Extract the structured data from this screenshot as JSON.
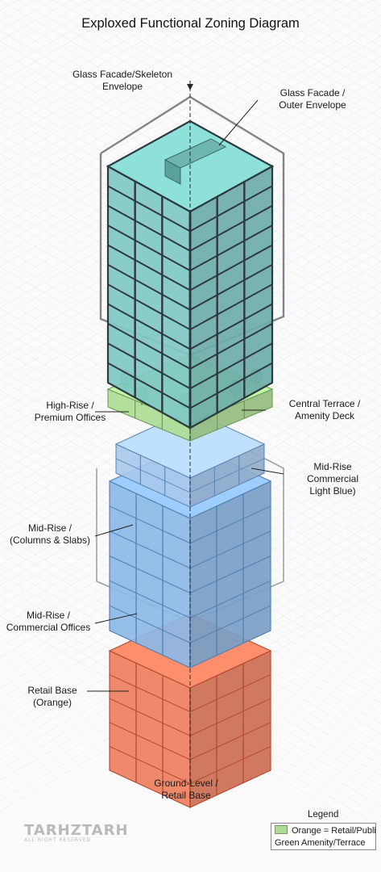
{
  "title": "Exploxed Functional Zoning Diagram",
  "labels": {
    "glass_skeleton": [
      "Glass Facade/Skeleton",
      "Envelope"
    ],
    "glass_outer": [
      "Glass Facade /",
      "Outer Envelope"
    ],
    "high_rise": [
      "High-Rise /",
      "Premium Offices"
    ],
    "central_terrace": [
      "Central Terrace /",
      "Amenity Deck"
    ],
    "mid_rise_light_blue": [
      "Mid-Rise",
      "Commercial",
      "Light Blue)"
    ],
    "mid_rise_columns": [
      "Mid-Rise /",
      "(Columns & Slabs)"
    ],
    "mid_rise_offices": [
      "Mid-Rise /",
      "Commercial Offices"
    ],
    "retail_base": [
      "Retail Base",
      "(Orange)"
    ],
    "ground_level": [
      "Ground-Level /",
      "Retail Base"
    ]
  },
  "legend": {
    "title": "Legend",
    "line1": "Orange = Retail/Public",
    "line2": "Green Amenity/Terrace"
  },
  "logo": {
    "mark": "TARHZTARH",
    "sub": "ALL RIGHT RESERVED"
  },
  "colors": {
    "glass_teal": "#7fc8c3",
    "green_terrace": "#aedc95",
    "blue_midrise": "#8cb8e6",
    "orange_retail": "#ee7f60",
    "frame_dark": "#2d3a40"
  }
}
